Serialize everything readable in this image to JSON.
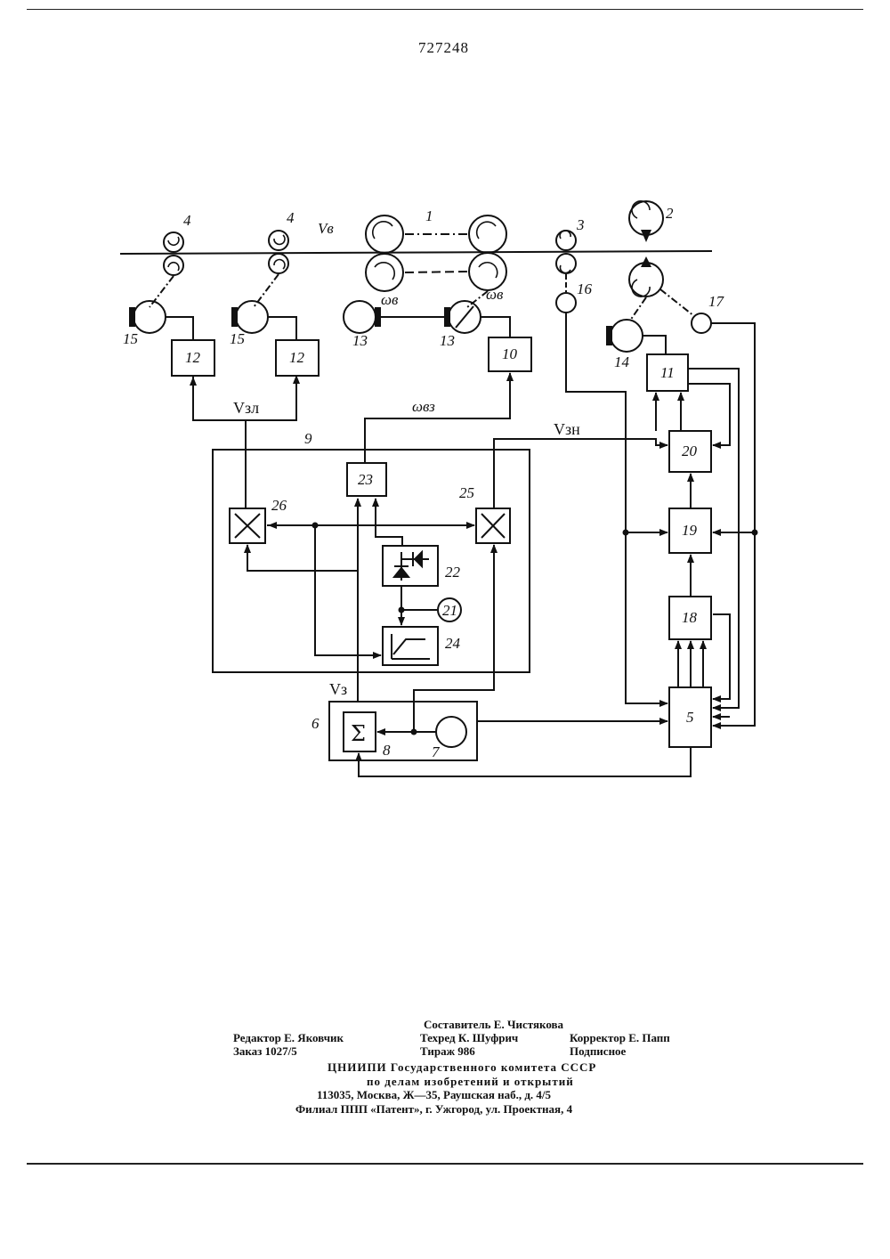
{
  "patent_number": "727248",
  "diagram": {
    "labels": {
      "unit_4a": "4",
      "unit_4b": "4",
      "strip_speed": "Vв",
      "unit_1": "1",
      "unit_3": "3",
      "unit_2": "2",
      "motor_15a": "15",
      "motor_15b": "15",
      "motor_13a": "13",
      "motor_13b": "13",
      "omega_a": "ωв",
      "omega_b": "ωв",
      "unit_16": "16",
      "unit_17": "17",
      "motor_14": "14",
      "block_12a": "12",
      "block_12b": "12",
      "block_10": "10",
      "block_11": "11",
      "signal_vzl": "Vзл",
      "signal_wvz": "ωвз",
      "signal_vzn": "Vзн",
      "frame_9": "9",
      "block_23": "23",
      "mult_26": "26",
      "mult_25": "25",
      "block_20": "20",
      "block_19": "19",
      "block_22": "22",
      "node_21": "21",
      "block_24": "24",
      "block_18": "18",
      "signal_vz": "Vз",
      "frame_6": "6",
      "sum_8": "8",
      "node_7": "7",
      "block_5": "5",
      "sum_symbol": "Σ"
    }
  },
  "imprint": {
    "compiler": "Составитель Е. Чистякова",
    "editor": "Редактор Е. Яковчик",
    "techred": "Техред К. Шуфрич",
    "corrector": "Корректор Е. Папп",
    "order": "Заказ 1027/5",
    "circulation": "Тираж 986",
    "subscription": "Подписное",
    "org1": "ЦНИИПИ Государственного комитета СССР",
    "org2": "по делам изобретений и открытий",
    "address1": "113035, Москва, Ж—35, Раушская наб., д. 4/5",
    "address2": "Филиал ППП «Патент», г. Ужгород, ул. Проектная, 4"
  }
}
